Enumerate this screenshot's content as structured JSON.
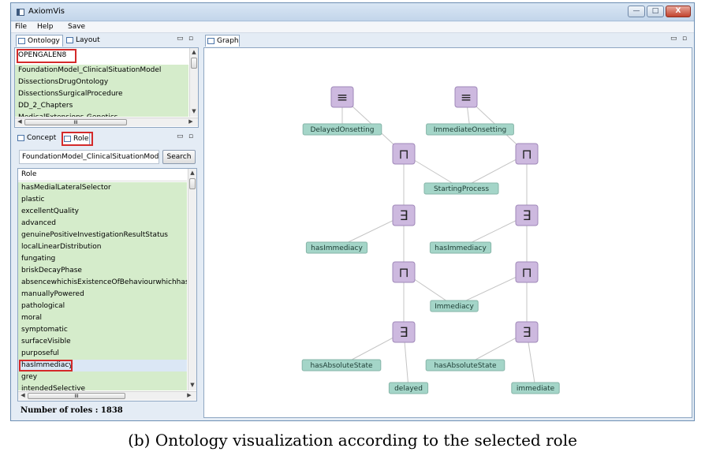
{
  "window": {
    "title": "AxiomVis",
    "controls": {
      "minimize": "—",
      "maximize": "□",
      "close": "X"
    }
  },
  "menu": {
    "items": [
      "File",
      "Help",
      "Save"
    ]
  },
  "ontology_panel": {
    "tabs": [
      "Ontology",
      "Layout"
    ],
    "selected": "OPENGALEN8",
    "items": [
      "FoundationModel_ClinicalSituationModel",
      "DissectionsDrugOntology",
      "DissectionsSurgicalProcedure",
      "DD_2_Chapters",
      "MedicalExtensions-Genetics"
    ],
    "scroll_grip": "III"
  },
  "role_panel": {
    "tabs": [
      "Concept",
      "Role"
    ],
    "search_value": "FoundationModel_ClinicalSituationModel",
    "search_button": "Search",
    "column_header": "Role",
    "roles": [
      "hasMedialLateralSelector",
      "plastic",
      "excellentQuality",
      "advanced",
      "genuinePositiveInvestigationResultStatus",
      "localLinearDistribution",
      "fungating",
      "briskDecayPhase",
      "absencewhichisExistenceOfBehaviourwhichhasIntr",
      "manuallyPowered",
      "pathological",
      "moral",
      "symptomatic",
      "surfaceVisible",
      "purposeful",
      "hasImmediacy",
      "grey",
      "intendedSelective"
    ],
    "selected_role": "hasImmediacy",
    "scroll_grip": "III",
    "count_label": "Number of roles : 1838"
  },
  "graph_panel": {
    "tab": "Graph",
    "operator_nodes": [
      "≡",
      "≡",
      "⊓",
      "⊓",
      "∃",
      "∃",
      "⊓",
      "⊓",
      "∃",
      "∃"
    ],
    "labels": [
      "DelayedOnsetting",
      "ImmediateOnsetting",
      "StartingProcess",
      "hasImmediacy",
      "hasImmediacy",
      "Immediacy",
      "hasAbsoluteState",
      "hasAbsoluteState",
      "delayed",
      "immediate"
    ]
  },
  "colors": {
    "operator_node": "#cdb9df",
    "label_node": "#a4d5c8",
    "selection_border": "#d42a2a",
    "list_row": "#d5eccb"
  },
  "caption": "(b) Ontology visualization according to the selected role"
}
